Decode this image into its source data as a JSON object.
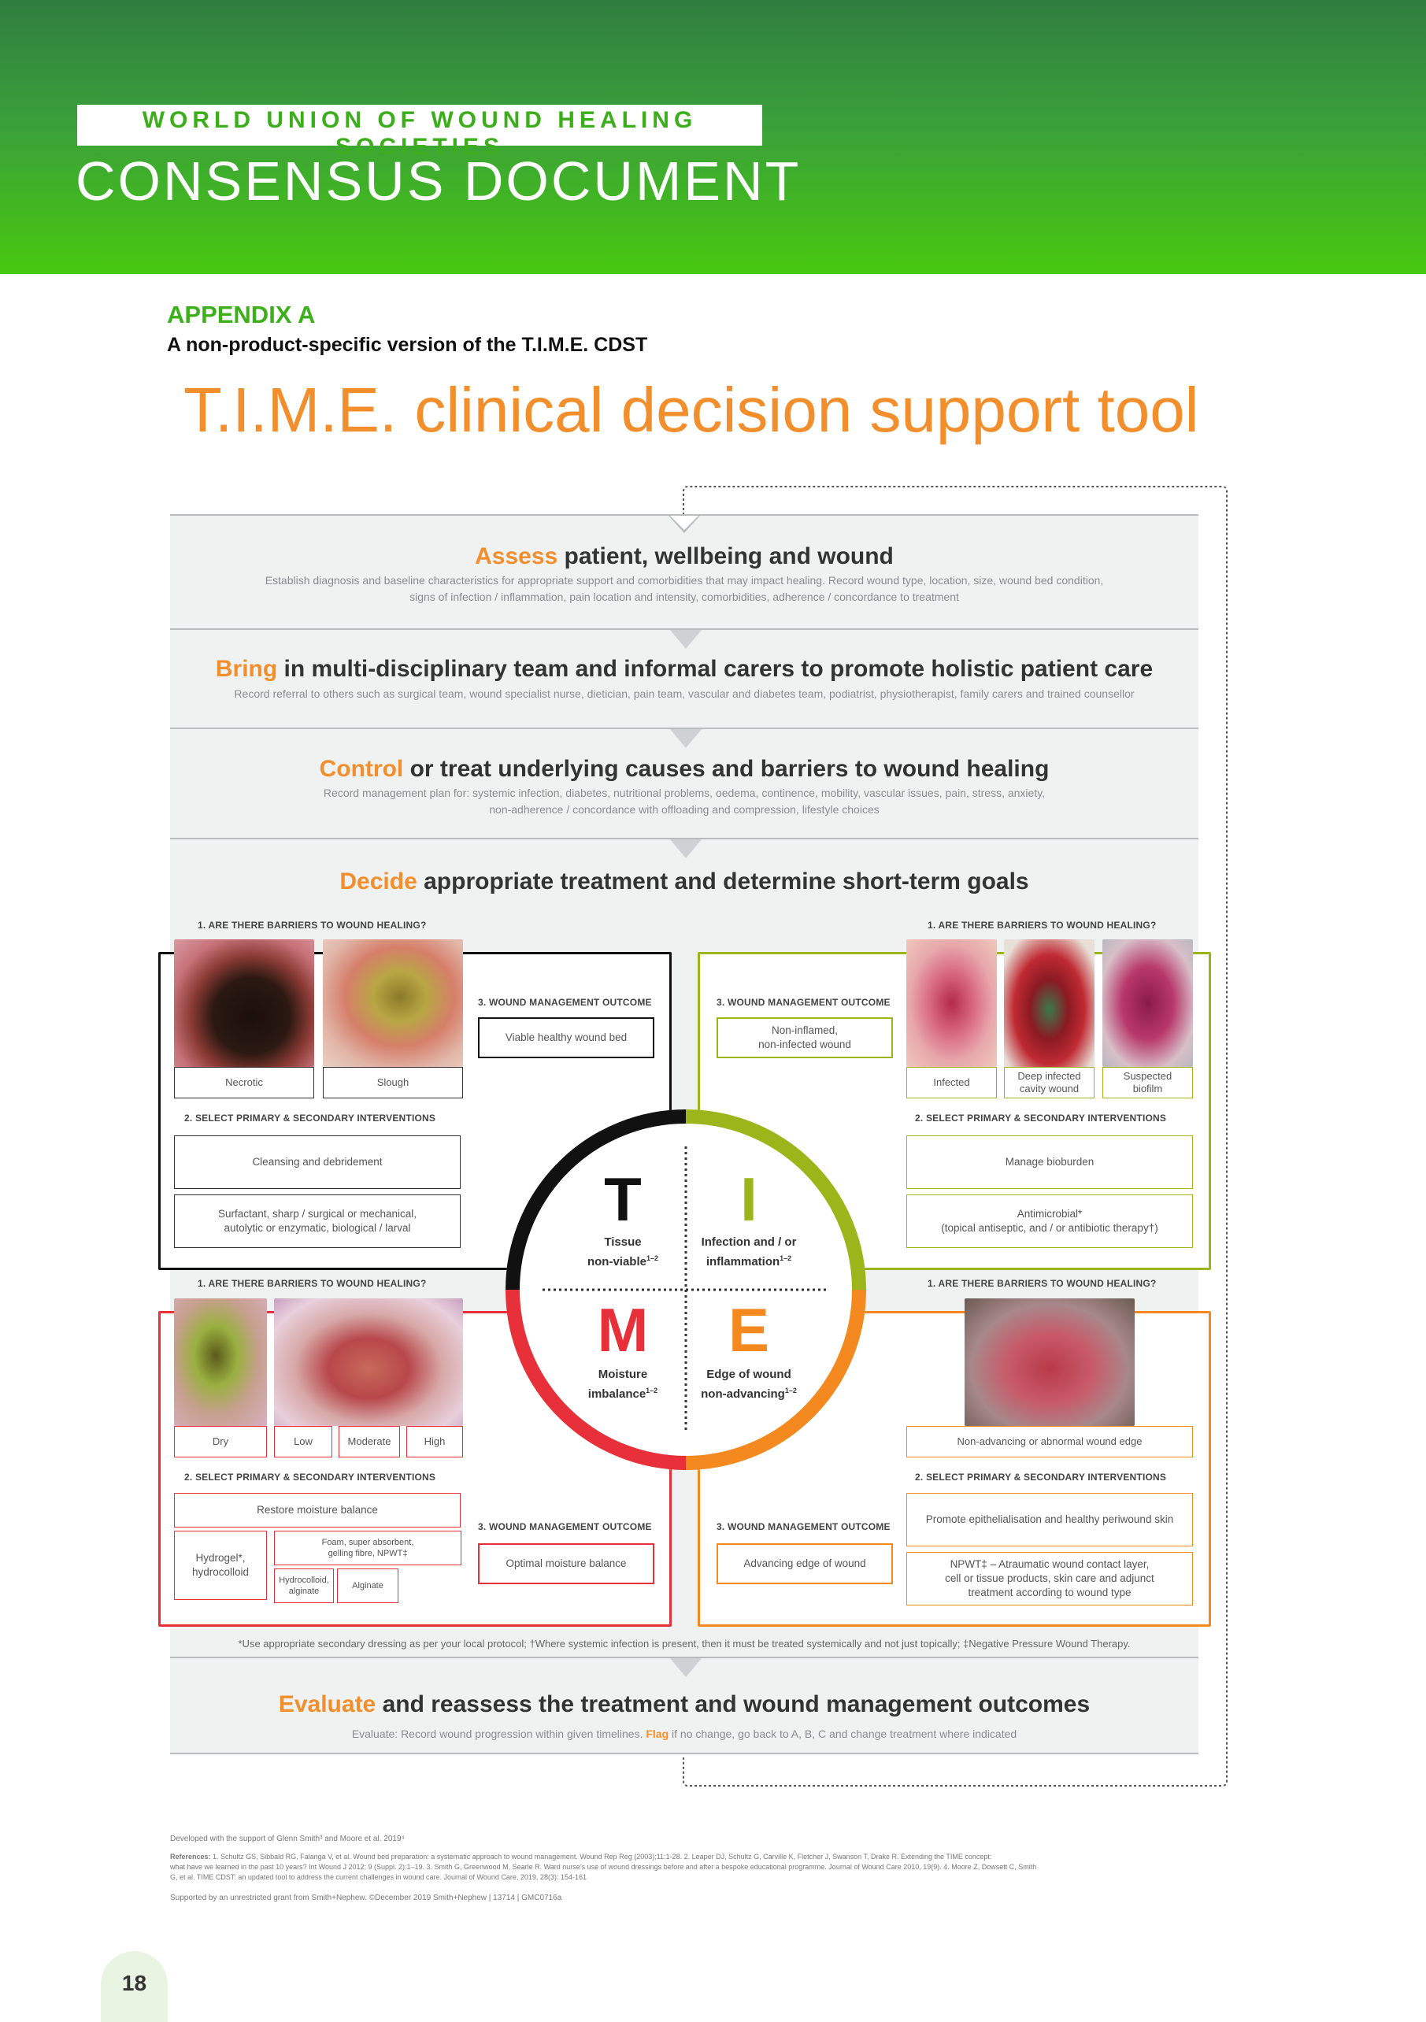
{
  "header": {
    "org": "WORLD UNION OF WOUND HEALING SOCIETIES",
    "doc_type": "CONSENSUS DOCUMENT"
  },
  "appendix": {
    "label": "APPENDIX A",
    "subtitle": "A non-product-specific version of the T.I.M.E. CDST"
  },
  "main_title": "T.I.M.E. clinical decision support tool",
  "stages": {
    "assess": {
      "keyword": "Assess",
      "title": " patient, wellbeing and wound",
      "desc_1": "Establish diagnosis and baseline characteristics for appropriate support and comorbidities that may impact healing. Record wound type, location, size, wound bed condition,",
      "desc_2": "signs of infection / inflammation, pain location and intensity, comorbidities,  adherence / concordance to treatment"
    },
    "bring": {
      "keyword": "Bring",
      "title": " in multi-disciplinary team and informal carers to promote holistic patient care",
      "desc_1": "Record referral to others such as surgical team, wound specialist nurse, dietician, pain team, vascular and diabetes team, podiatrist, physiotherapist, family carers and trained counsellor"
    },
    "control": {
      "keyword": "Control",
      "title": " or treat underlying causes and barriers to wound healing",
      "desc_1": "Record management plan for: systemic infection, diabetes, nutritional problems, oedema, continence, mobility, vascular issues, pain, stress, anxiety,",
      "desc_2": "non-adherence / concordance with offloading and compression, lifestyle choices"
    },
    "decide": {
      "keyword": "Decide",
      "title": " appropriate treatment and determine short-term goals"
    },
    "evaluate": {
      "keyword": "Evaluate",
      "title": " and reassess the treatment and wound management outcomes",
      "desc_pre": "Evaluate: Record wound progression within given timelines. ",
      "desc_flag": "Flag",
      "desc_post": " if no change, go back to A, B, C and change treatment where indicated"
    }
  },
  "time_wheel": {
    "t_letter": "T",
    "t_label_1": "Tissue",
    "t_label_2": "non-viable",
    "t_sup": "1–2",
    "i_letter": "I",
    "i_label_1": "Infection and / or",
    "i_label_2": "inflammation",
    "i_sup": "1–2",
    "m_letter": "M",
    "m_label_1": "Moisture",
    "m_label_2": "imbalance",
    "m_sup": "1–2",
    "e_letter": "E",
    "e_label_1": "Edge of wound",
    "e_label_2": "non-advancing",
    "e_sup": "1–2",
    "colors": {
      "t": "#111111",
      "i": "#9cb51a",
      "m": "#e8303a",
      "e": "#f4891f"
    }
  },
  "quadrants": {
    "common": {
      "barriers": "1. ARE THERE BARRIERS TO WOUND HEALING?",
      "interventions": "2. SELECT PRIMARY & SECONDARY INTERVENTIONS",
      "outcome": "3. WOUND MANAGEMENT OUTCOME"
    },
    "t": {
      "photo_1": "Necrotic",
      "photo_2": "Slough",
      "outcome": "Viable healthy wound bed",
      "int_1": "Cleansing and debridement",
      "int_2_a": "Surfactant, sharp / surgical or mechanical,",
      "int_2_b": "autolytic or enzymatic, biological / larval"
    },
    "i": {
      "photo_1": "Infected",
      "photo_2_a": "Deep infected",
      "photo_2_b": "cavity wound",
      "photo_3_a": "Suspected",
      "photo_3_b": "biofilm",
      "outcome_a": "Non-inflamed,",
      "outcome_b": "non-infected wound",
      "int_1": "Manage bioburden",
      "int_2_a": "Antimicrobial*",
      "int_2_b": "(topical antiseptic, and / or antibiotic therapy†)"
    },
    "m": {
      "dry": "Dry",
      "low": "Low",
      "moderate": "Moderate",
      "high": "High",
      "int_1": "Restore moisture balance",
      "hydrogel_a": "Hydrogel*,",
      "hydrogel_b": "hydrocolloid",
      "foam_a": "Foam, super absorbent,",
      "foam_b": "gelling fibre, NPWT‡",
      "hydro_alg_a": "Hydrocolloid,",
      "hydro_alg_b": "alginate",
      "alginate": "Alginate",
      "outcome": "Optimal moisture balance"
    },
    "e": {
      "photo_1": "Non-advancing or abnormal wound edge",
      "int_1": "Promote epithelialisation and healthy periwound skin",
      "int_2_a": "NPWT‡ – Atraumatic wound contact layer,",
      "int_2_b": "cell or tissue products, skin care and adjunct",
      "int_2_c": "treatment according to wound type",
      "outcome": "Advancing edge of wound"
    }
  },
  "footnote": "*Use appropriate secondary dressing as per your local protocol; †Where systemic infection is present, then it must be treated systemically and not just topically; ‡Negative Pressure Wound Therapy.",
  "footer": {
    "developed": "Developed with the support of Glenn Smith³ and Moore et al. 2019⁴",
    "refs_label": "References:",
    "refs_1": "1. Schultz GS, Sibbald RG, Falanga V, et al. Wound bed preparation: a systematic approach to wound management. Wound Rep Reg (2003);11:1-28. 2. Leaper DJ, Schultz G, Carville K, Fletcher J, Swanson T, Drake R. Extending the TIME concept:",
    "refs_2": "what have we learned in the past 10 years? Int Wound J 2012; 9 (Suppl. 2):1–19. 3. Smith G, Greenwood M, Searle R. Ward nurse’s use of wound dressings before and after a bespoke educational programme. Journal of Wound Care 2010, 19(9). 4. Moore Z, Dowsett C, Smith",
    "refs_3": "G, et al. TIME CDST: an updated tool to address the current challenges in wound care. Journal of Wound Care, 2019, 28(3): 154-161",
    "support": "Supported by an unrestricted grant from Smith+Nephew. ©December 2019 Smith+Nephew | 13714 | GMC0716a",
    "page": "18"
  }
}
